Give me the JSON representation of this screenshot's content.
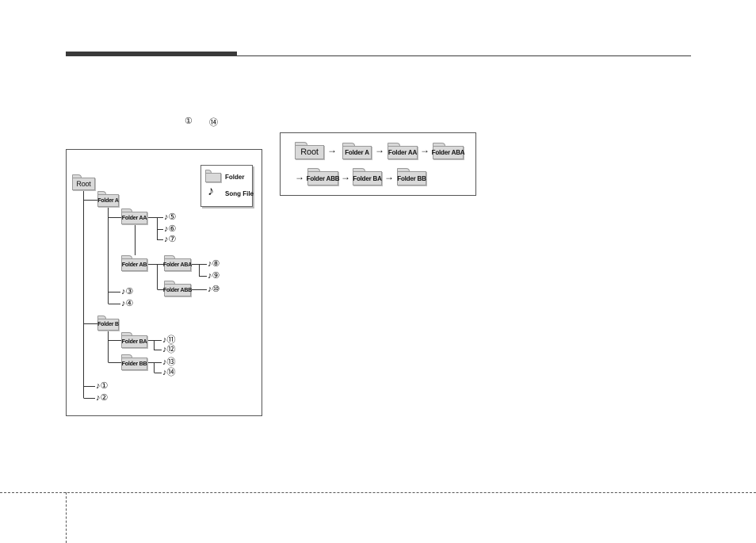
{
  "intro": {
    "circled_start": "①",
    "circled_end": "⑭"
  },
  "tree": {
    "root": "Root",
    "folders": {
      "a": "Folder A",
      "aa": "Folder AA",
      "ab": "Folder AB",
      "aba": "Folder ABA",
      "abb": "Folder ABB",
      "b": "Folder B",
      "ba": "Folder BA",
      "bb": "Folder BB"
    },
    "songs": [
      "♪①",
      "♪②",
      "♪③",
      "♪④",
      "♪⑤",
      "♪⑥",
      "♪⑦",
      "♪⑧",
      "♪⑨",
      "♪⑩",
      "♪⑪",
      "♪⑫",
      "♪⑬",
      "♪⑭"
    ],
    "legend": {
      "folder": "Folder",
      "song": "Song File",
      "song_glyph": "♪"
    }
  },
  "order": {
    "sequence": [
      "Root",
      "Folder A",
      "Folder AA",
      "Folder ABA",
      "Folder ABB",
      "Folder BA",
      "Folder BB"
    ],
    "arrow": "→"
  }
}
